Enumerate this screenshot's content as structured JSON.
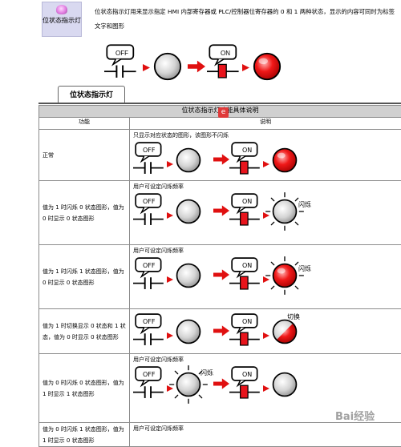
{
  "intro": {
    "icon_label": "位状态指示灯",
    "text": "位状态指示灯用来显示指定 HMI 内部寄存器或 PLC/控制器位寄存器的 0 和 1 两种状态，显示的内容可同时为标签文字和图形",
    "off_tag": "OFF",
    "on_tag": "ON"
  },
  "tab": {
    "label": "位状态指示灯"
  },
  "table": {
    "title": "位状态指示灯功能具体说明",
    "col_func": "功能",
    "col_desc": "说明",
    "rows": [
      {
        "func": "正常",
        "desc": "只显示对应状态的图形，该图形不闪烁",
        "off": "OFF",
        "on": "ON",
        "note": ""
      },
      {
        "func": "值为 1 时闪烁 0 状态图形，值为 0 时显示 0 状态图形",
        "desc": "用户可设定闪烁频率",
        "off": "OFF",
        "on": "ON",
        "note": "闪烁"
      },
      {
        "func": "值为 1 时闪烁 1 状态图形，值为 0 时显示 0 状态图形",
        "desc": "用户可设定闪烁频率",
        "off": "OFF",
        "on": "ON",
        "note": "闪烁"
      },
      {
        "func": "值为 1 时切换显示 0 状态和 1 状态，值为 0 时显示 0 状态图形",
        "desc": "",
        "off": "OFF",
        "on": "ON",
        "note": "切换"
      },
      {
        "func": "值为 0 时闪烁 0 状态图形，值为 1 时显示 1 状态图形",
        "desc": "用户可设定闪烁频率",
        "off": "OFF",
        "on": "ON",
        "note": "闪烁"
      },
      {
        "func": "值为 0 时闪烁 1 状态图形，值为 1 时显示 0 状态图形",
        "desc": "用户可设定闪烁频率",
        "off": "",
        "on": "",
        "note": ""
      }
    ]
  },
  "watermark": {
    "text": "Bai经验"
  },
  "colors": {
    "lamp_red": "#e8141c",
    "arrow_red": "#e01010",
    "header_gray": "#d0d0d0"
  }
}
